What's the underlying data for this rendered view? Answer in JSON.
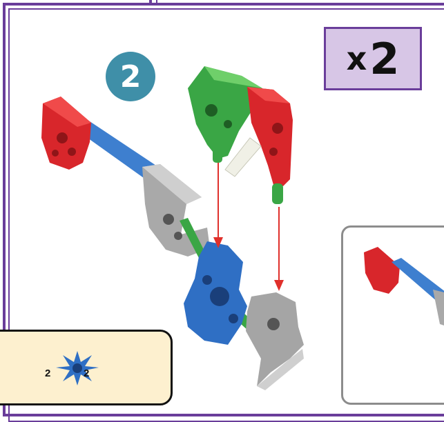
{
  "step": {
    "number": "2"
  },
  "quantity": {
    "x_label": "x",
    "count": "2"
  },
  "parts": [
    {
      "count_left": "2",
      "count_right": "2",
      "part_icon": "blue-connector-icon"
    }
  ],
  "colors": {
    "frame": "#6a3d9a",
    "step_badge": "#3f8fa8",
    "qty_box": "#d7c6e6",
    "parts_box": "#fdf0cf",
    "red_connector": "#d8262b",
    "green_connector": "#3aa645",
    "blue_rod": "#3e7fcf",
    "grey_connector": "#a9a9a9",
    "arrow": "#e0302b"
  }
}
